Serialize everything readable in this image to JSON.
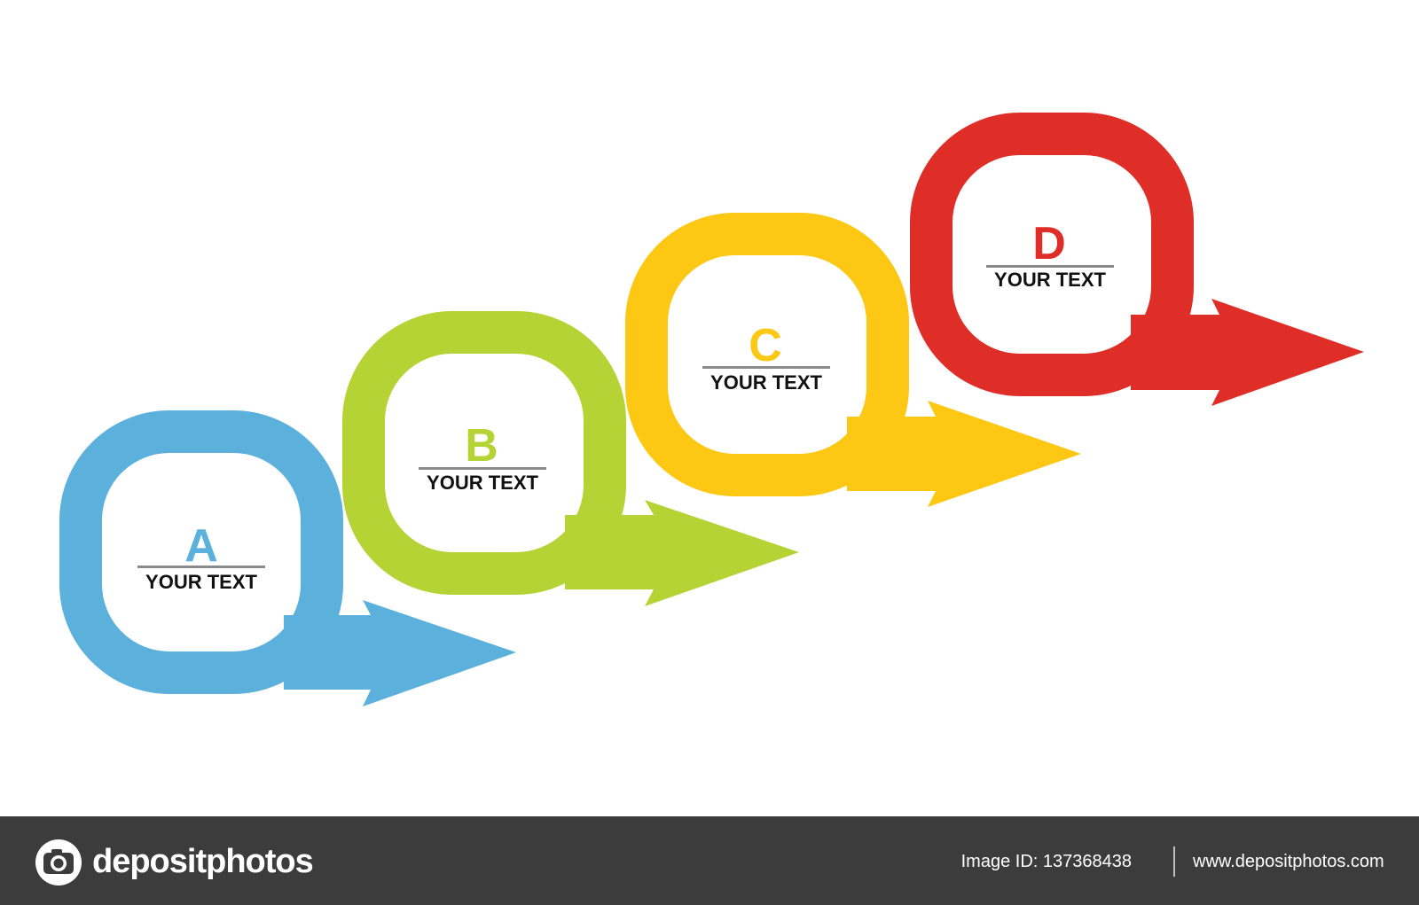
{
  "steps": [
    {
      "letter": "A",
      "text": "YOUR TEXT",
      "color": "#5bb1dc"
    },
    {
      "letter": "B",
      "text": "YOUR TEXT",
      "color": "#b5d334"
    },
    {
      "letter": "C",
      "text": "YOUR TEXT",
      "color": "#fcc814"
    },
    {
      "letter": "D",
      "text": "YOUR TEXT",
      "color": "#de2e27"
    }
  ],
  "footer": {
    "brand": "depositphotos",
    "image_id": "Image ID: 137368438",
    "url": "www.depositphotos.com",
    "background": "#3c3c3c"
  },
  "icons": {
    "logo": "camera-logo-icon"
  }
}
